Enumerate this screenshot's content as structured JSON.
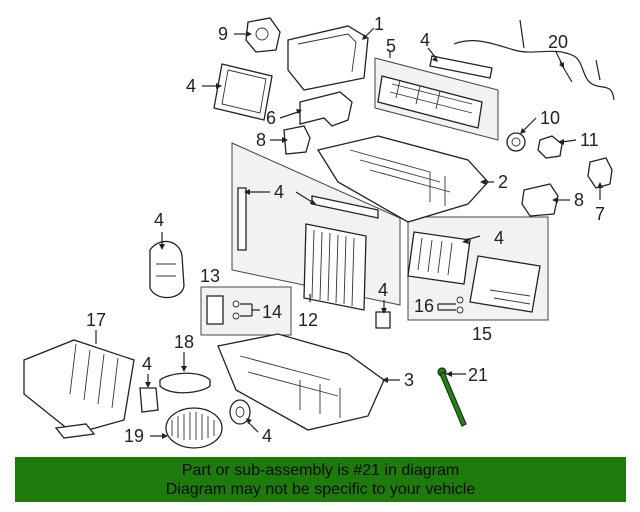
{
  "diagram": {
    "callouts": [
      "1",
      "2",
      "3",
      "4",
      "5",
      "6",
      "7",
      "8",
      "9",
      "10",
      "11",
      "12",
      "13",
      "14",
      "15",
      "16",
      "17",
      "18",
      "19",
      "20",
      "21"
    ],
    "highlighted_part": "21"
  },
  "footer": {
    "line1": "Part or sub-assembly is #21 in diagram",
    "line2": "Diagram may not be specific to your vehicle"
  },
  "colors": {
    "banner": "#1f7a0c",
    "highlight": "#2e7d1a"
  }
}
